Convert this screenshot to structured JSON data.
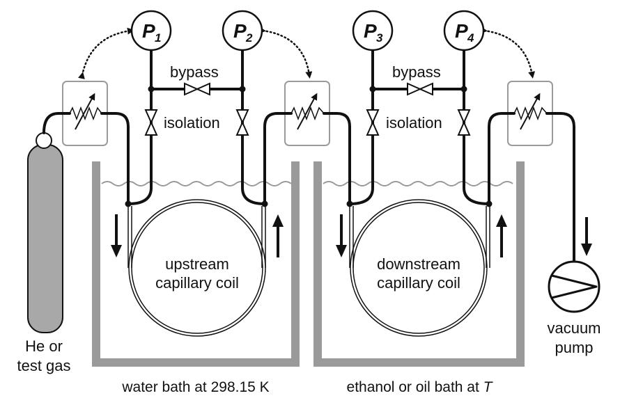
{
  "gauges": [
    {
      "letter": "P",
      "sub": "1"
    },
    {
      "letter": "P",
      "sub": "2"
    },
    {
      "letter": "P",
      "sub": "3"
    },
    {
      "letter": "P",
      "sub": "4"
    }
  ],
  "valves": {
    "bypass_left": "bypass",
    "bypass_right": "bypass",
    "isolation_left": "isolation",
    "isolation_right": "isolation"
  },
  "coils": {
    "upstream_line1": "upstream",
    "upstream_line2": "capillary coil",
    "downstream_line1": "downstream",
    "downstream_line2": "capillary coil"
  },
  "source": {
    "line1": "He or",
    "line2": "test gas"
  },
  "pump": {
    "line1": "vacuum",
    "line2": "pump"
  },
  "baths": {
    "left": "water bath at 298.15 K",
    "right_prefix": "ethanol or oil bath at ",
    "right_var": "T"
  },
  "colors": {
    "line": "#111111",
    "bath_wall": "#9a9a9a",
    "cylinder": "#a8a8a8",
    "water": "#999999",
    "regulator_box": "#9a9a9a"
  }
}
